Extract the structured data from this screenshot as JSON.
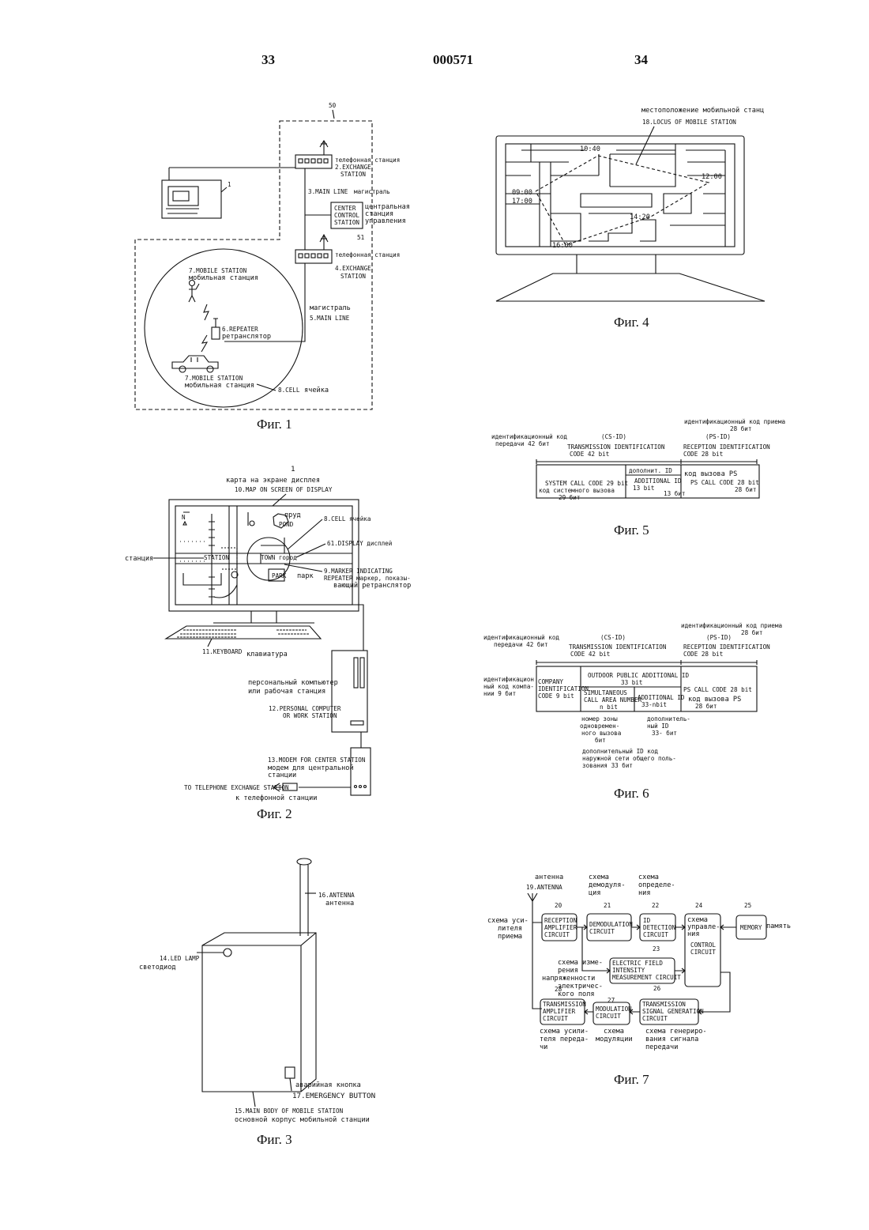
{
  "header": {
    "left_page": "33",
    "doc_number": "000571",
    "right_page": "34"
  },
  "fig1": {
    "caption": "Фиг. 1",
    "ref_50": "50",
    "ref_1": "1",
    "exchange1": [
      "телефонная станция",
      "2.EXCHANGE",
      "STATION"
    ],
    "main_line3": [
      "3.MAIN LINE",
      "магистраль"
    ],
    "center": [
      "CENTER",
      "CONTROL",
      "STATION"
    ],
    "center_ru": [
      "центральная",
      "станция",
      "управления"
    ],
    "ref_51": "51",
    "exchange2": [
      "телефонная станция",
      "4.EXCHANGE",
      "STATION"
    ],
    "mobile7a": [
      "7.MOBILE STATION",
      "мобильная станция"
    ],
    "main_line5": [
      "магистраль",
      "5.MAIN LINE"
    ],
    "repeater": [
      "6.REPEATER",
      "ретранслятор"
    ],
    "mobile7b": [
      "7.MOBILE STATION",
      "мобильная станция"
    ],
    "cell": [
      "8.CELL",
      "ячейка"
    ]
  },
  "fig2": {
    "caption": "Фиг. 2",
    "ref_1": "1",
    "map": [
      "карта на экране дисплея",
      "10.MAP ON SCREEN OF DISPLAY"
    ],
    "cell": "8.CELL ячейка",
    "pond": [
      "пруд",
      "POND"
    ],
    "display": "61.DISPLAY дисплей",
    "station_ru": "станция",
    "station": "STATION",
    "town": "TOWN город",
    "marker": [
      "9.MARKER INDICATING",
      "REPEATER маркер, показы-",
      "вающий ретранслятор"
    ],
    "park": "PARK",
    "park_ru": "парк",
    "compass": "N",
    "keyboard": "11.KEYBOARD",
    "keyboard_ru": "клавиатура",
    "pc_ru": [
      "персональный компьютер",
      "или рабочая станция"
    ],
    "pc": [
      "12.PERSONAL COMPUTER",
      "OR WORK STATION"
    ],
    "modem": [
      "13.MODEM FOR CENTER STATION",
      "модем для центральной",
      "станции"
    ],
    "to_exchange": "TO TELEPHONE EXCHANGE STATION",
    "to_exchange_ru": "к телефонной станции"
  },
  "fig3": {
    "caption": "Фиг. 3",
    "antenna": [
      "16.ANTENNA",
      "антенна"
    ],
    "led": [
      "14.LED LAMP",
      "светодиод"
    ],
    "button_ru": "аварийная кнопка",
    "button": "17.EMERGENCY BUTTON",
    "body": [
      "15.MAIN BODY OF MOBILE STATION",
      "основной корпус мобильной станции"
    ]
  },
  "fig4": {
    "caption": "Фиг. 4",
    "locus_ru": "местоположение мобильной станц",
    "locus": "18.LOCUS OF MOBILE STATION",
    "times": [
      "10:40",
      "12:00",
      "09:00",
      "17:00",
      "14:20",
      "16:00"
    ]
  },
  "fig5": {
    "caption": "Фиг. 5",
    "rx_ru": [
      "идентификационный код приема",
      "28 бит"
    ],
    "tx_ru": [
      "идентификационный код",
      "передачи 42 бит"
    ],
    "cs_id": "(CS-ID)",
    "ps_id": "(PS-ID)",
    "tx": [
      "TRANSMISSION IDENTIFICATION",
      "CODE 42 bit"
    ],
    "rx": [
      "RECEPTION IDENTIFICATION",
      "CODE 28 bit"
    ],
    "system_call": [
      "SYSTEM CALL CODE 29 bit",
      "код системного вызова",
      "29 бит"
    ],
    "additional": [
      "дополнит. ID",
      "ADDITIONAL ID",
      "13 bit",
      "13 бит"
    ],
    "ps_call": [
      "код вызова PS",
      "PS CALL CODE 28 bit",
      "28 бит"
    ]
  },
  "fig6": {
    "caption": "Фиг. 6",
    "rx_ru": [
      "идентификационный код приема",
      "28 бит"
    ],
    "tx_ru": [
      "идентификационный код",
      "передачи 42 бит"
    ],
    "cs_id": "(CS-ID)",
    "ps_id": "(PS-ID)",
    "tx": [
      "TRANSMISSION IDENTIFICATION",
      "CODE 42 bit"
    ],
    "rx": [
      "RECEPTION IDENTIFICATION",
      "CODE 28 bit"
    ],
    "company_ru": [
      "идентификацион",
      "ный код компа-",
      "нии 9 бит"
    ],
    "company": [
      "COMPANY",
      "IDENTIFICATION",
      "CODE 9 bit"
    ],
    "outdoor": [
      "OUTDOOR PUBLIC ADDITIONAL ID",
      "33 bit"
    ],
    "simultaneous": [
      "SIMULTANEOUS",
      "CALL AREA NUMBER",
      "n bit"
    ],
    "additional": [
      "ADDITIONAL ID",
      "33-nbit"
    ],
    "ps_call": [
      "PS CALL CODE 28 bit",
      "код вызова PS",
      "28 бит"
    ],
    "zone_ru": [
      "номер зоны",
      "одновремен-",
      "ного вызова",
      "бит"
    ],
    "addid_ru": [
      "дополнитель-",
      "ный ID",
      "33- бит"
    ],
    "outdoor_ru": [
      "дополнительный ID код",
      "наружной сети общего поль-",
      "зования 33 бит"
    ]
  },
  "fig7": {
    "caption": "Фиг. 7",
    "antenna": [
      "антенна",
      "19.ANTENNA"
    ],
    "n20": "20",
    "n21": "21",
    "n22": "22",
    "n23": "23",
    "n24": "24",
    "n25": "25",
    "n26": "26",
    "n27": "27",
    "n28": "28",
    "demod_ru": [
      "схема",
      "демодуля-",
      "ция"
    ],
    "detect_ru": [
      "схема",
      "определе-",
      "ния"
    ],
    "rx_amp_ru": [
      "схема уси-",
      "лителя",
      "приема"
    ],
    "rx_amp": [
      "RECEPTION",
      "AMPLIFIER",
      "CIRCUIT"
    ],
    "demod": [
      "DEMODULATION",
      "CIRCUIT"
    ],
    "id_det": [
      "ID",
      "DETECTION",
      "CIRCUIT"
    ],
    "control_ru": [
      "схема",
      "управле-",
      "ния"
    ],
    "control": [
      "CONTROL",
      "CIRCUIT"
    ],
    "memory": "MEMORY",
    "memory_ru": "память",
    "field_ru": [
      "схема изме-",
      "рения",
      "напряженности",
      "электричес-",
      "кого поля"
    ],
    "field": [
      "ELECTRIC FIELD",
      "INTENSITY",
      "MEASUREMENT CIRCUIT"
    ],
    "tx_amp": [
      "TRANSMISSION",
      "AMPLIFIER",
      "CIRCUIT"
    ],
    "mod": [
      "MODULATION",
      "CIRCUIT"
    ],
    "txgen": [
      "TRANSMISSION",
      "SIGNAL GENERATION",
      "CIRCUIT"
    ],
    "tx_amp_ru": [
      "схема усили-",
      "теля переда-",
      "чи"
    ],
    "mod_ru": [
      "схема",
      "модуляции"
    ],
    "txgen_ru": [
      "схема генериро-",
      "вания сигнала",
      "передачи"
    ]
  }
}
